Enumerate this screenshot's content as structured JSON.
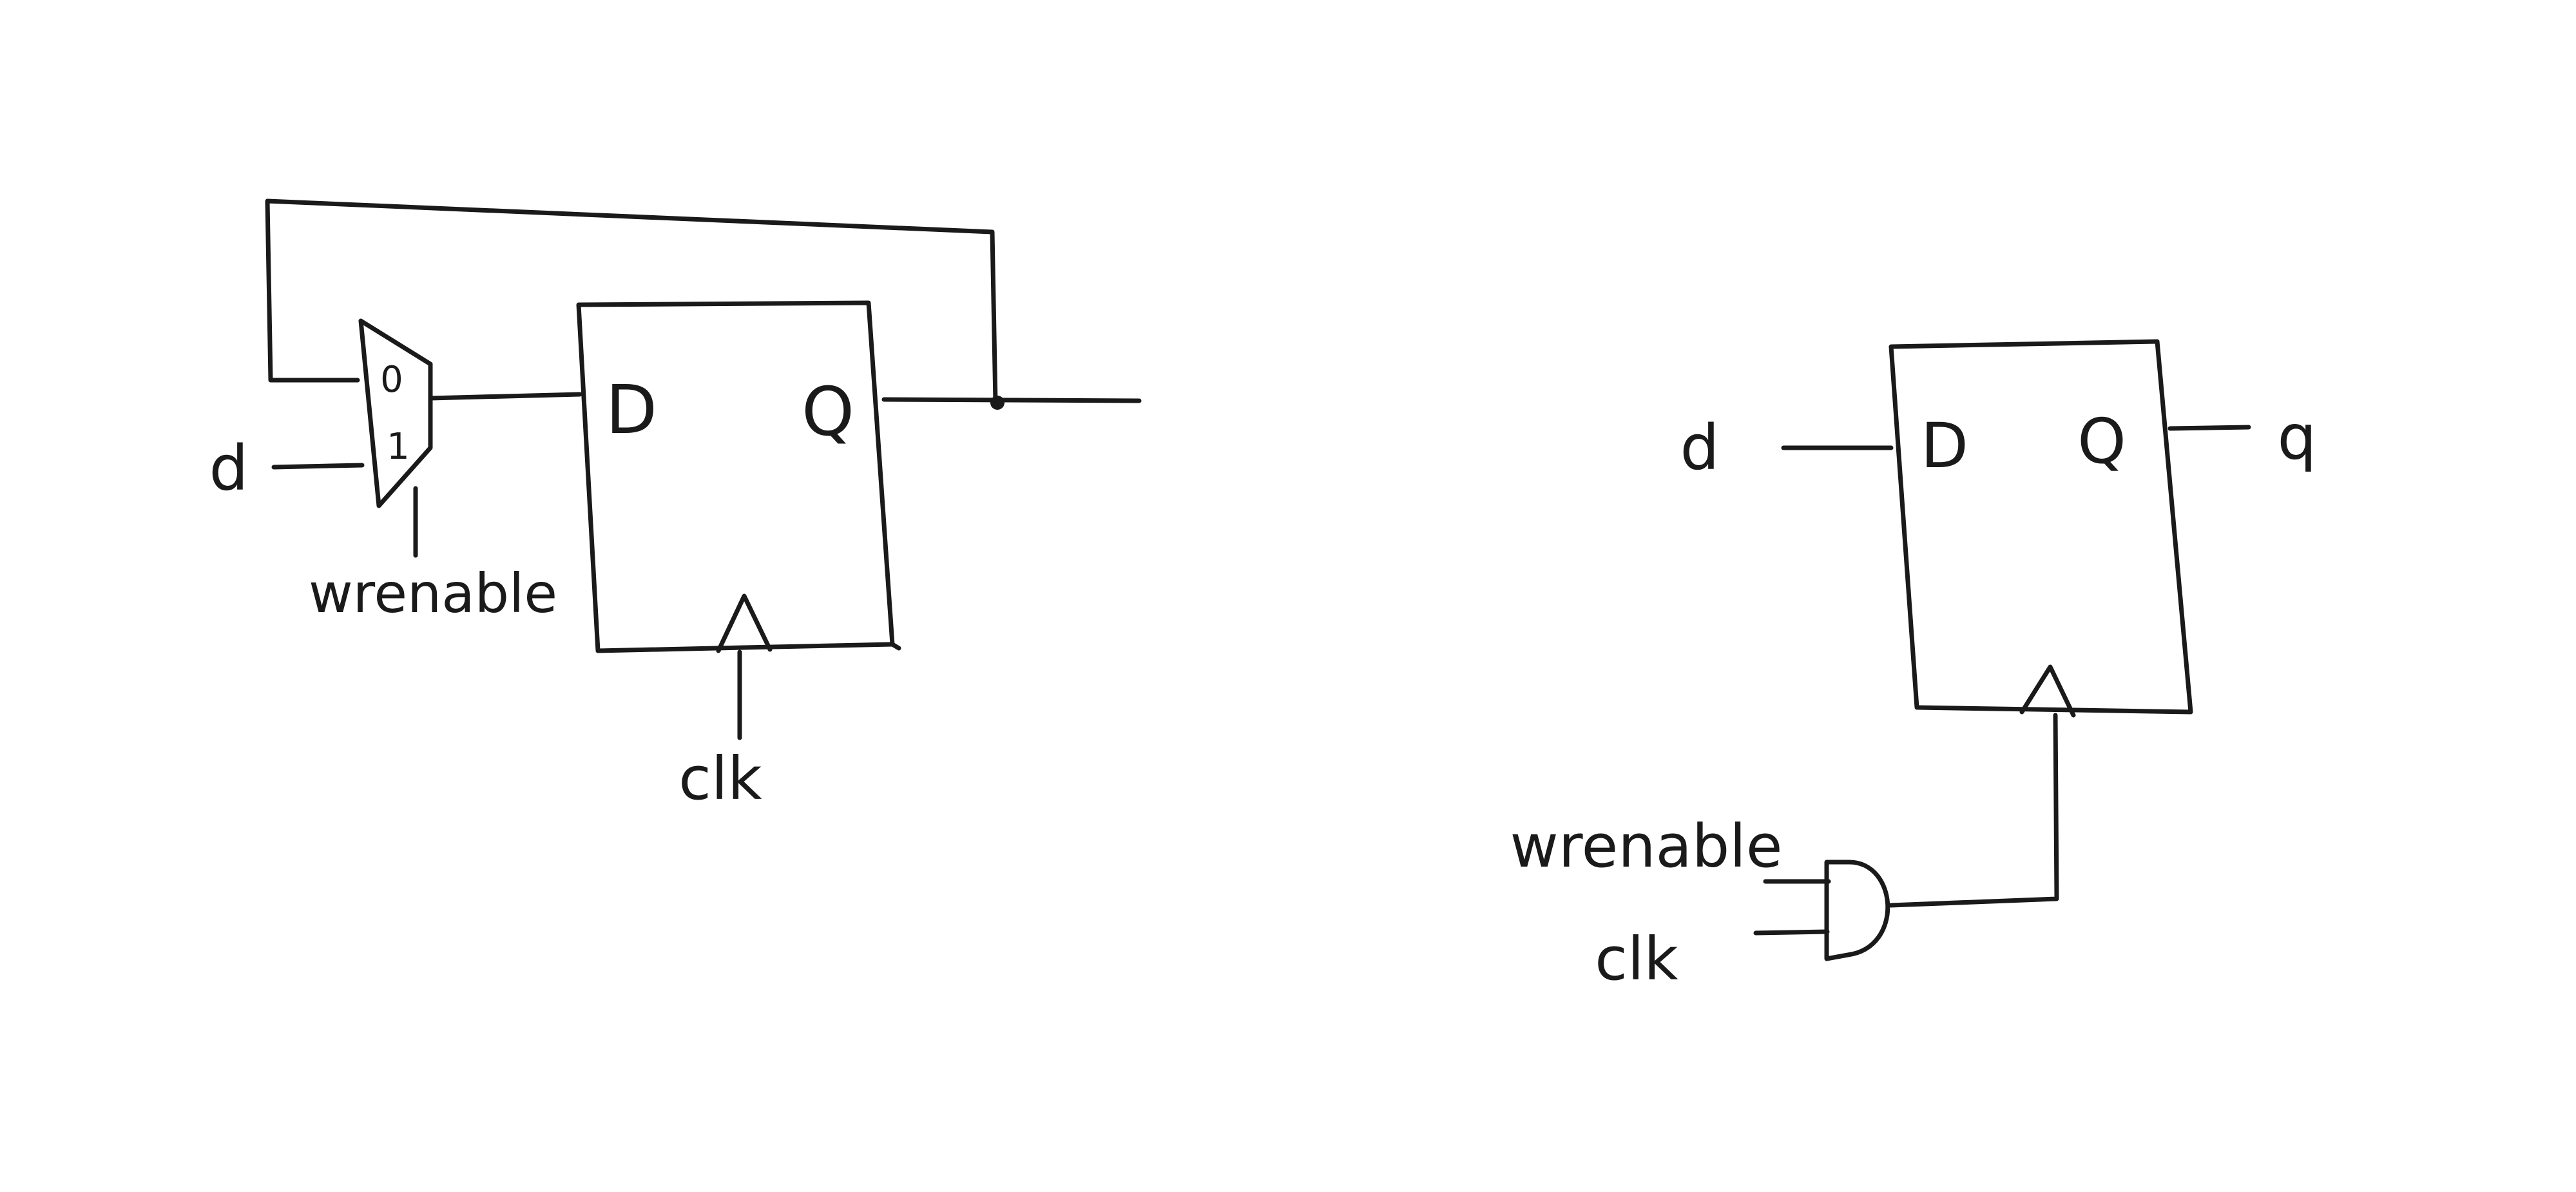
{
  "colors": {
    "ink": "#1a1a1a",
    "background": "#ffffff"
  },
  "left_circuit": {
    "mux": {
      "input0": "0",
      "input1": "1"
    },
    "flipflop": {
      "d_pin": "D",
      "q_pin": "Q"
    },
    "d_input": "d",
    "select": "wrenable",
    "clock": "clk"
  },
  "right_circuit": {
    "flipflop": {
      "d_pin": "D",
      "q_pin": "Q"
    },
    "d_input": "d",
    "q_output": "q",
    "and_in1": "wrenable",
    "and_in2": "clk"
  }
}
